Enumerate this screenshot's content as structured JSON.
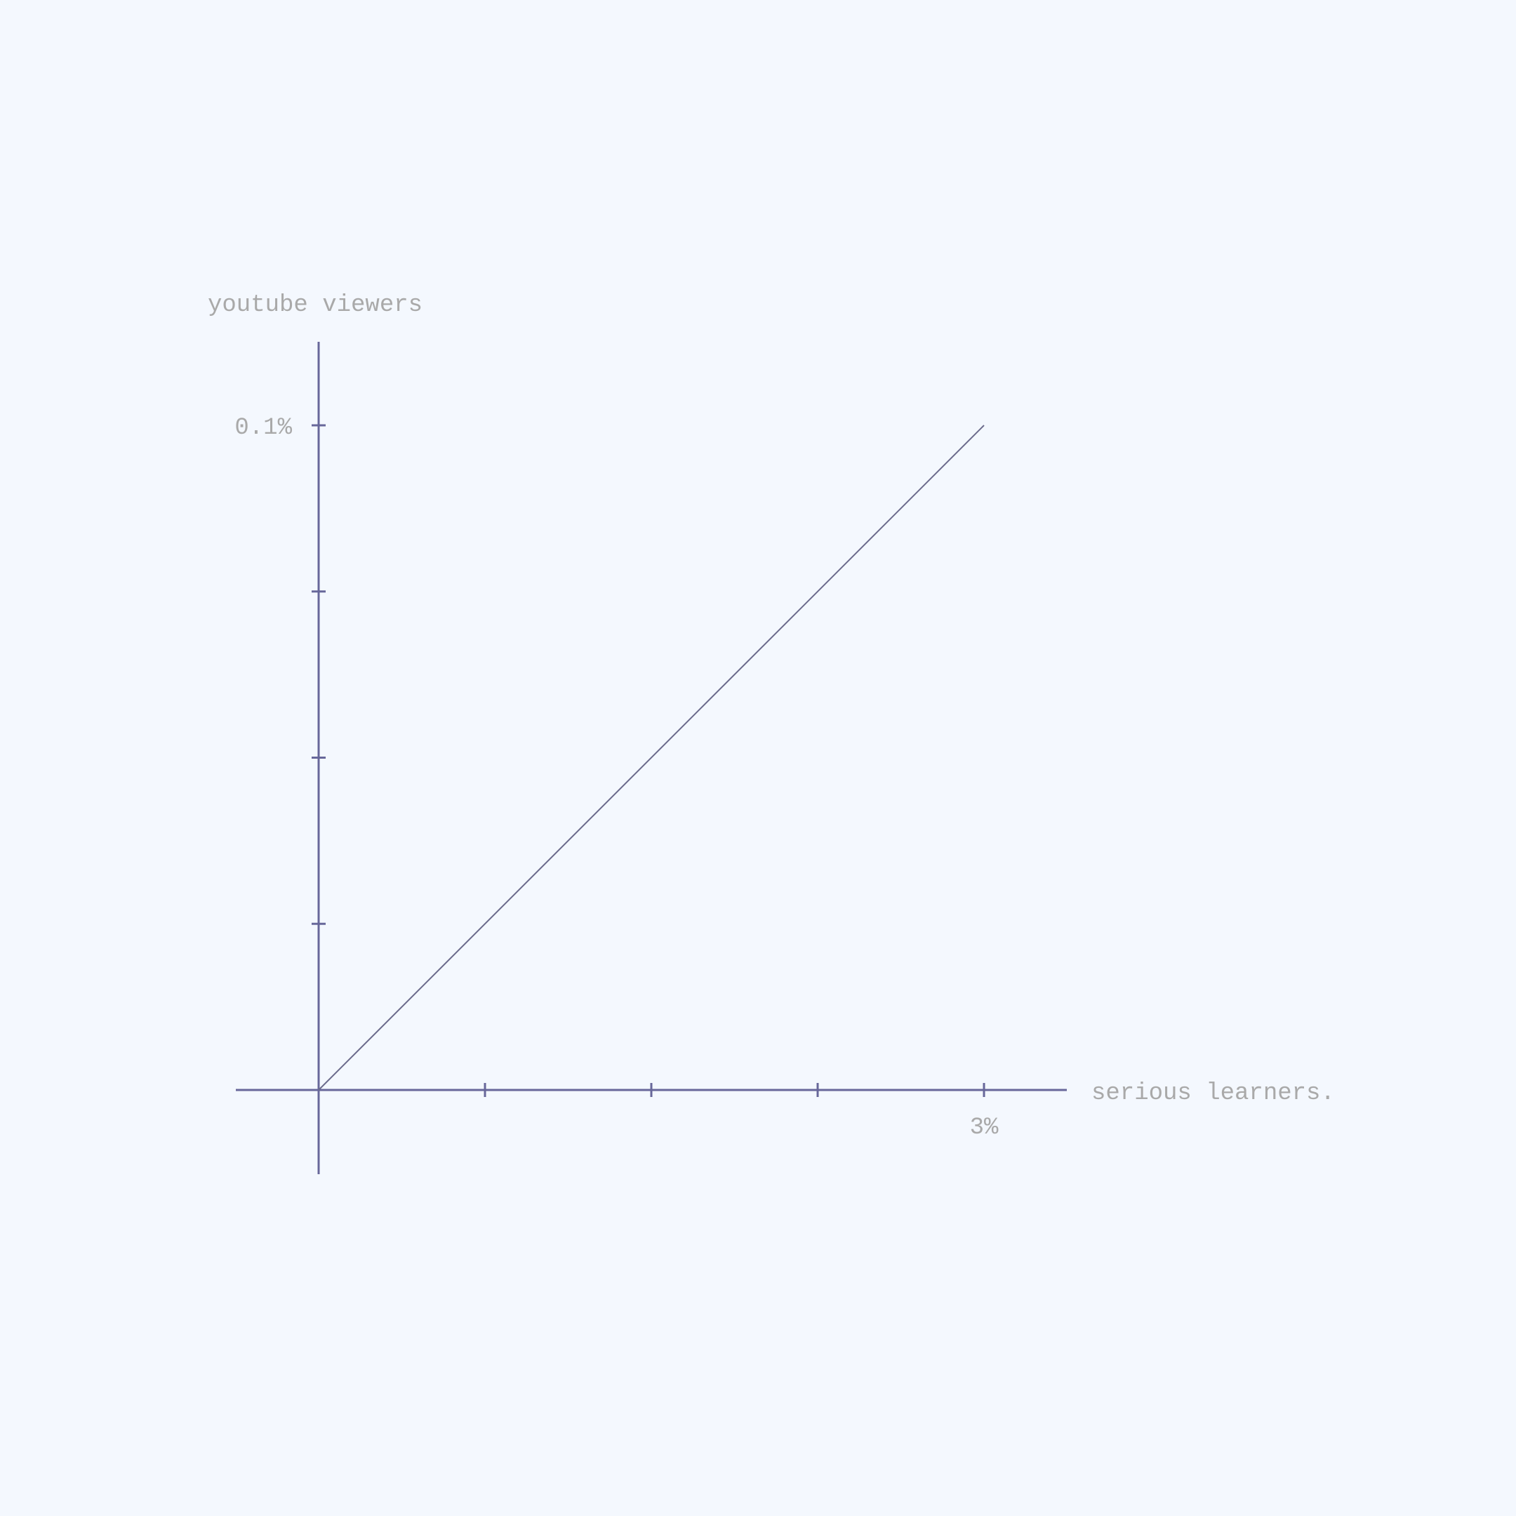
{
  "colors": {
    "background": "#f4f8fe",
    "axis": "#67679a",
    "line": "#6b6b8c",
    "text": "#a9a9a9"
  },
  "chart_data": {
    "type": "line",
    "title": "",
    "xlabel": "serious learners.",
    "ylabel": "youtube viewers",
    "xlim": [
      0,
      3
    ],
    "ylim": [
      0,
      0.1
    ],
    "x_tick_values": [
      0.75,
      1.5,
      2.25,
      3
    ],
    "y_tick_values": [
      0.025,
      0.05,
      0.075,
      0.1
    ],
    "x_tick_labels": [
      {
        "value": 3,
        "label": "3%"
      }
    ],
    "y_tick_labels": [
      {
        "value": 0.1,
        "label": "0.1%"
      }
    ],
    "grid": false,
    "legend": "none",
    "series": [
      {
        "x": [
          0,
          3
        ],
        "y": [
          0,
          0.1
        ]
      }
    ]
  }
}
